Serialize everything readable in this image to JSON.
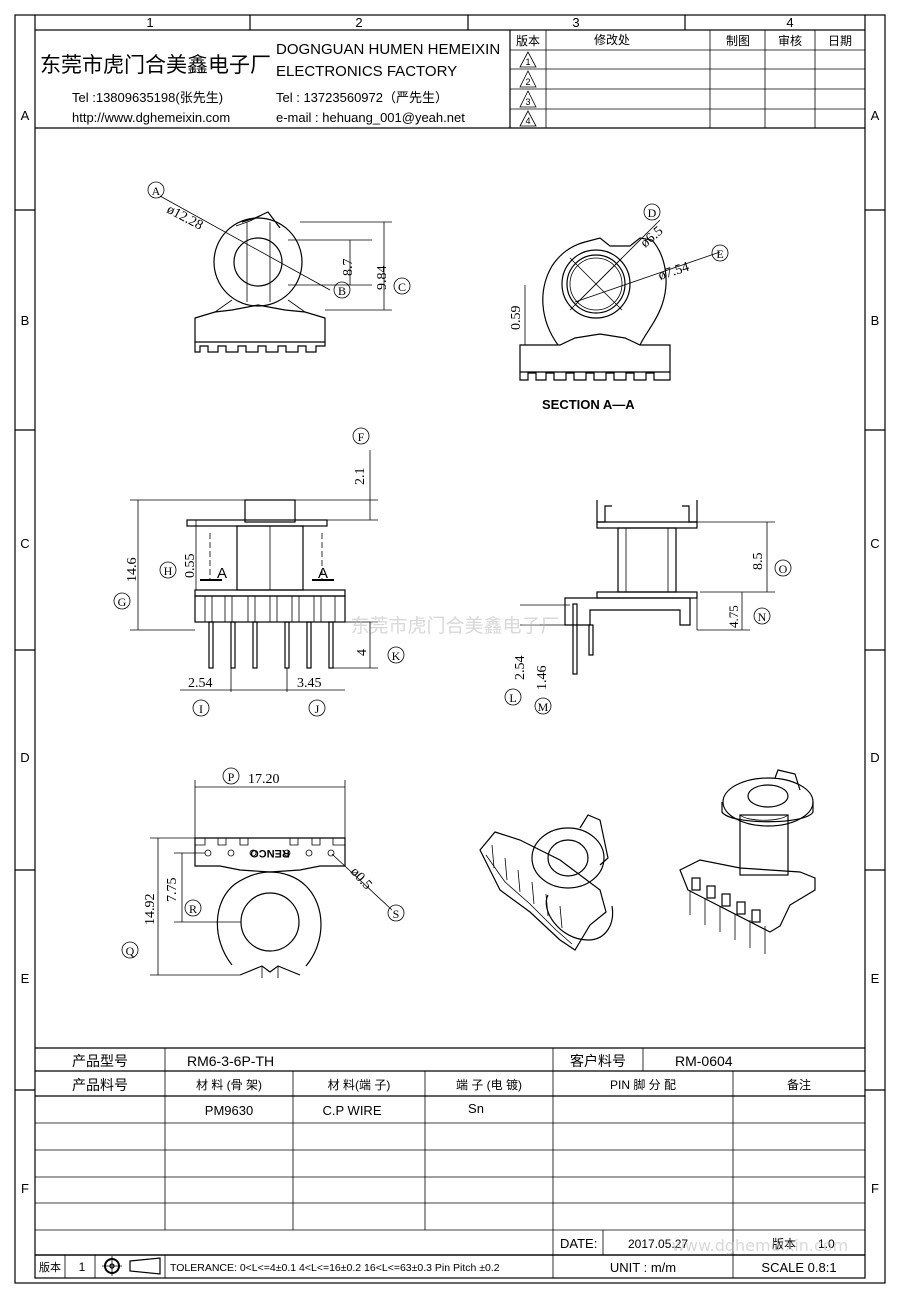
{
  "grid": {
    "columns": [
      "1",
      "2",
      "3",
      "4"
    ],
    "rows": [
      "A",
      "B",
      "C",
      "D",
      "E",
      "F"
    ]
  },
  "company": {
    "name_cn": "东莞市虎门合美鑫电子厂",
    "name_en_1": "DOGNGUAN HUMEN HEMEIXIN",
    "name_en_2": "ELECTRONICS FACTORY",
    "tel1": "Tel :13809635198(张先生)",
    "tel2": "Tel : 13723560972（严先生）",
    "web": "http://www.dghemeixin.com",
    "email": "e-mail : hehuang_001@yeah.net"
  },
  "revision_table": {
    "headers": [
      "版本",
      "修改处",
      "制图",
      "审核",
      "日期"
    ],
    "rows": [
      "1",
      "2",
      "3",
      "4"
    ]
  },
  "dims": {
    "A": "A",
    "B": "B",
    "C": "C",
    "D": "D",
    "E": "E",
    "F": "F",
    "G": "G",
    "H": "H",
    "I": "I",
    "J": "J",
    "K": "K",
    "L": "L",
    "M": "M",
    "N": "N",
    "O": "O",
    "P": "P",
    "Q": "Q",
    "R": "R",
    "S": "S",
    "a_val": "ø12.28",
    "b_val": "8.7",
    "c_val": "9.84",
    "d_val": "ø6.5",
    "e_val": "ø7.54",
    "sec_val": "0.59",
    "section_label": "SECTION  A—A",
    "f_val": "2.1",
    "g_val": "14.6",
    "h_val": "0.55",
    "i_val": "2.54",
    "j_val": "3.45",
    "k_val": "4",
    "l_val": "2.54",
    "m_val": "1.46",
    "n_val": "4.75",
    "o_val": "8.5",
    "p_val": "17.20",
    "q_val": "14.92",
    "r_val": "7.75",
    "s_val": "ø0.5",
    "section_a": "A",
    "brand": "RENCO"
  },
  "watermark": {
    "center": "东莞市虎门合美鑫电子厂",
    "bottom": "www.dghemeixin.com"
  },
  "product": {
    "model_label": "产品型号",
    "model_value": "RM6-3-6P-TH",
    "customer_no_label": "客户料号",
    "customer_no_value": "RM-0604",
    "part_no_label": "产品料号",
    "col_material_frame": "材 料 (骨 架)",
    "col_material_pin": "材 料(端 子)",
    "col_plating": "端 子 (电 镀)",
    "col_pin_dist": "PIN 脚 分 配",
    "col_remark": "备注",
    "material_frame": "PM9630",
    "material_pin": "C.P WIRE",
    "plating": "Sn"
  },
  "footer": {
    "date_label": "DATE:",
    "date_value": "2017.05.27",
    "version_label": "版本",
    "version_value": "1",
    "ver_right_label": "版本",
    "ver_right_value": "1.0",
    "tolerance": "TOLERANCE:  0<L<=4±0.1  4<L<=16±0.2  16<L<=63±0.3  Pin Pitch  ±0.2",
    "unit": "UNIT : m/m",
    "scale": "SCALE  0.8:1"
  }
}
